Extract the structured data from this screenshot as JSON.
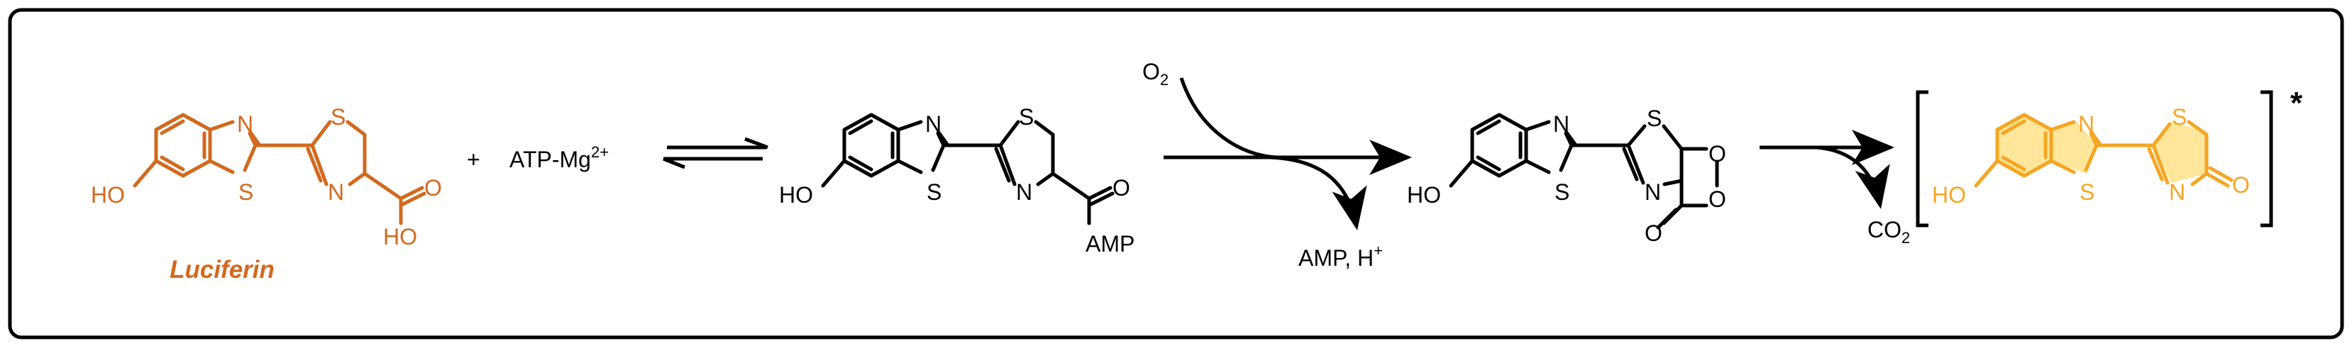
{
  "colors": {
    "luciferin": "#D2691E",
    "excited_ring": "#F5A623",
    "excited_glow": "#FFE28A",
    "ink": "#000000"
  },
  "scheme": {
    "luciferin_name": "Luciferin",
    "plus": "+",
    "atp_label": "ATP-Mg",
    "atp_charge": "2+",
    "o2_main": "O",
    "o2_sub": "2",
    "amp_byproduct": "AMP,  H",
    "amp_charge": "+",
    "co2_main": "CO",
    "co2_sub": "2",
    "excited_mark": "*",
    "atoms": {
      "N": "N",
      "S": "S",
      "O": "O",
      "HO": "HO",
      "AMP": "AMP"
    }
  }
}
